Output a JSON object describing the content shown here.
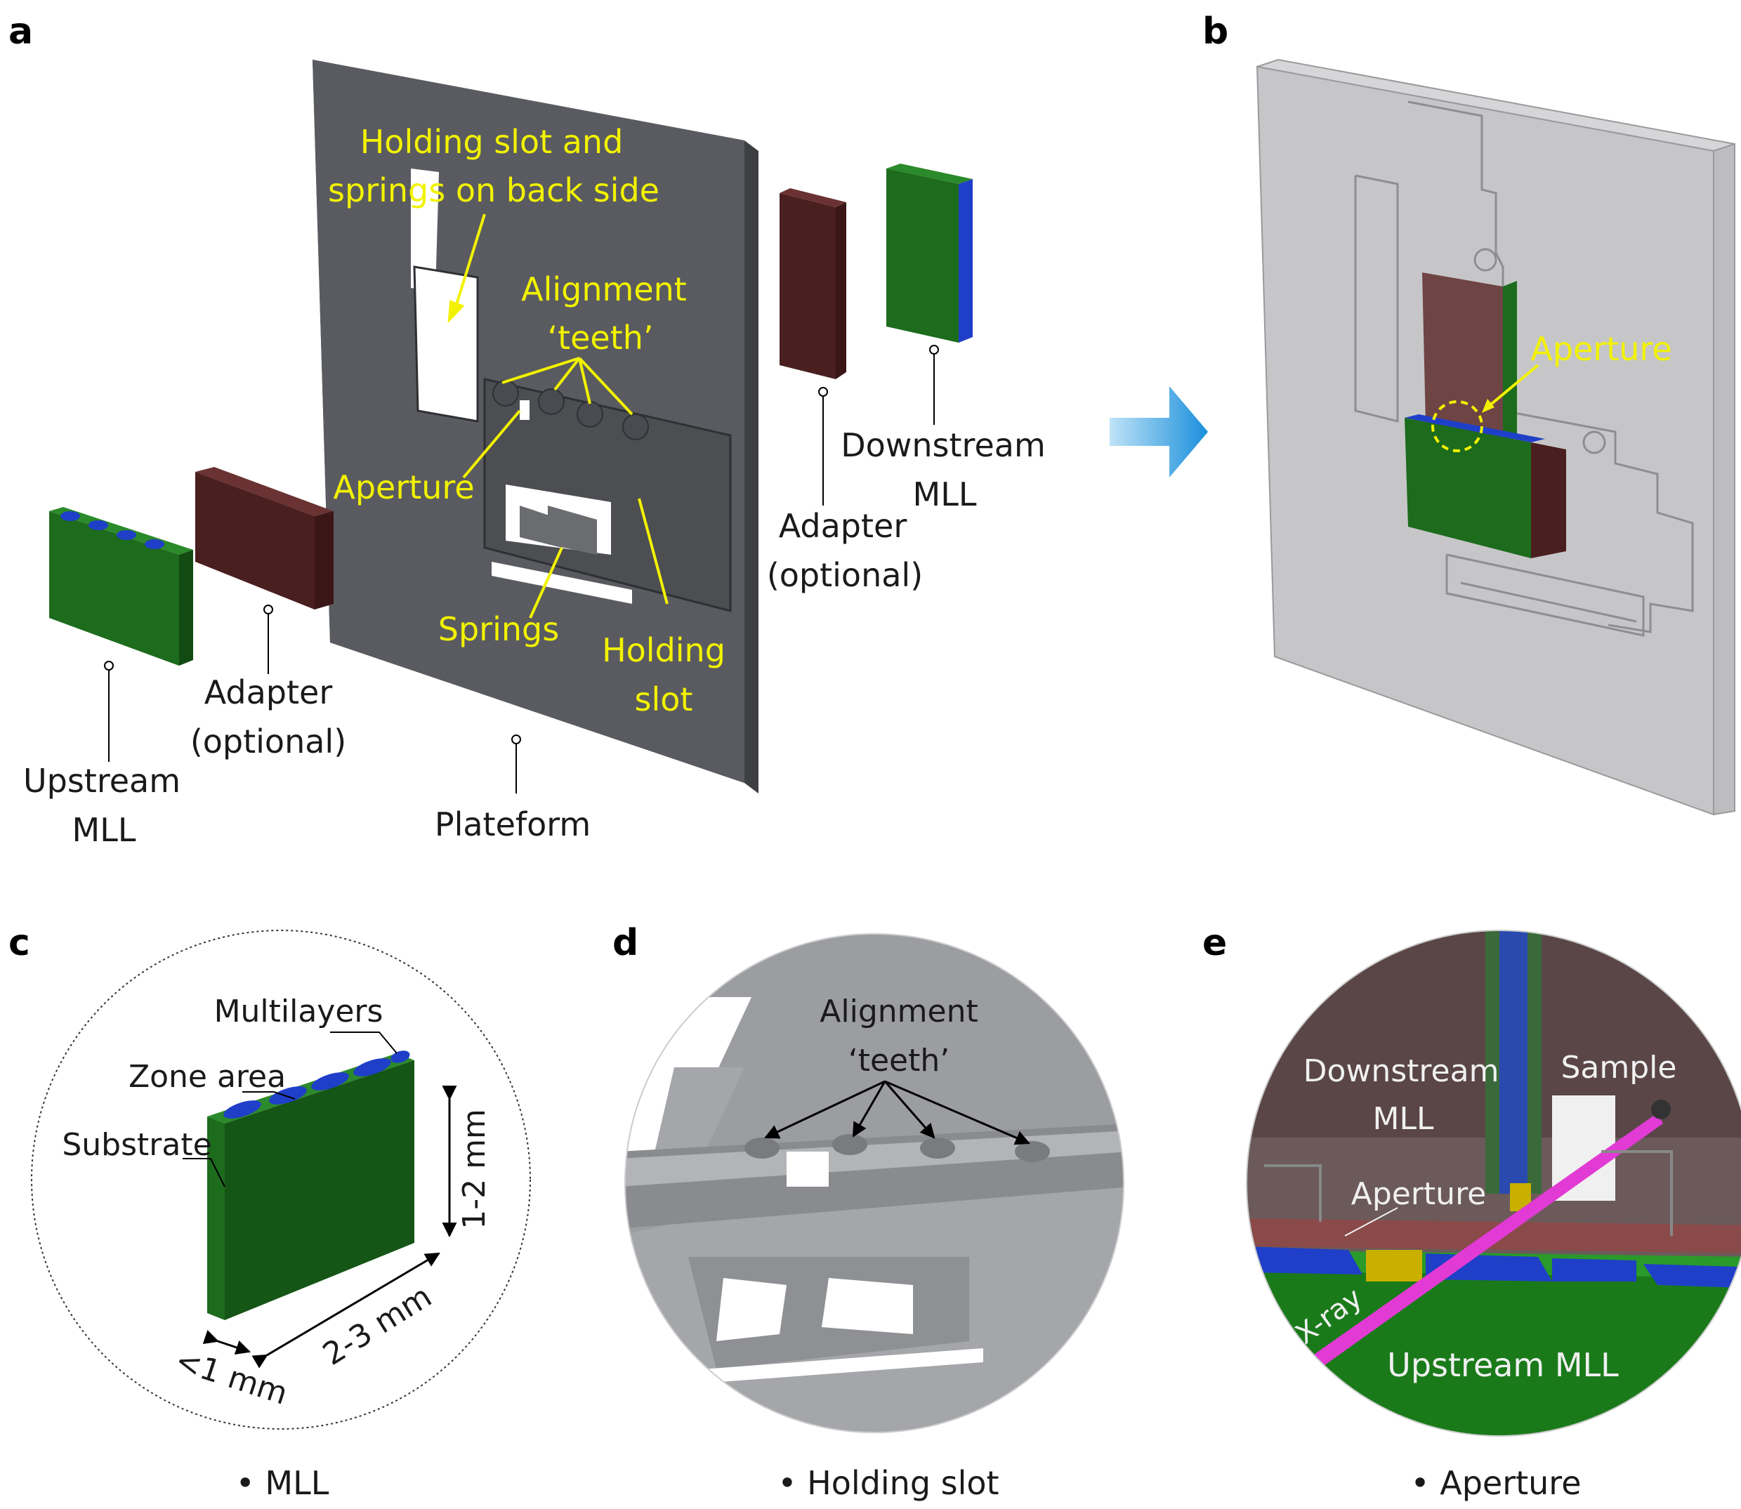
{
  "colors": {
    "label_yellow": "#f2f200",
    "platform_gray": "#5a5b60",
    "adapter_red": "#4a1f1f",
    "mll_green": "#1d6b1d",
    "multilayer_blue": "#1f3fc8",
    "arrow_blue": "#1a8fdc",
    "xray_pink": "#e23ad4"
  },
  "panels": {
    "a": {
      "letter": "a",
      "holding_slot_back_l1": "Holding slot and",
      "holding_slot_back_l2": "springs on back side",
      "alignment_l1": "Alignment",
      "alignment_l2": "‘teeth’",
      "aperture": "Aperture",
      "springs": "Springs",
      "holding_slot_l1": "Holding",
      "holding_slot_l2": "slot",
      "downstream_l1": "Downstream",
      "downstream_l2": "MLL",
      "adapter_right_l1": "Adapter",
      "adapter_right_l2": "(optional)",
      "adapter_left_l1": "Adapter",
      "adapter_left_l2": "(optional)",
      "upstream_l1": "Upstream",
      "upstream_l2": "MLL",
      "plateform": "Plateform"
    },
    "b": {
      "letter": "b",
      "aperture": "Aperture"
    },
    "c": {
      "letter": "c",
      "multilayers": "Multilayers",
      "zone_area": "Zone area",
      "substrate": "Substrate",
      "dim_height": "1-2 mm",
      "dim_length": "2-3 mm",
      "dim_width": "<1 mm",
      "caption": "• MLL"
    },
    "d": {
      "letter": "d",
      "alignment_l1": "Alignment",
      "alignment_l2": "‘teeth’",
      "caption": "• Holding slot"
    },
    "e": {
      "letter": "e",
      "downstream_l1": "Downstream",
      "downstream_l2": "MLL",
      "sample": "Sample",
      "aperture": "Aperture",
      "xray": "X-ray",
      "upstream": "Upstream MLL",
      "caption": "• Aperture"
    }
  }
}
